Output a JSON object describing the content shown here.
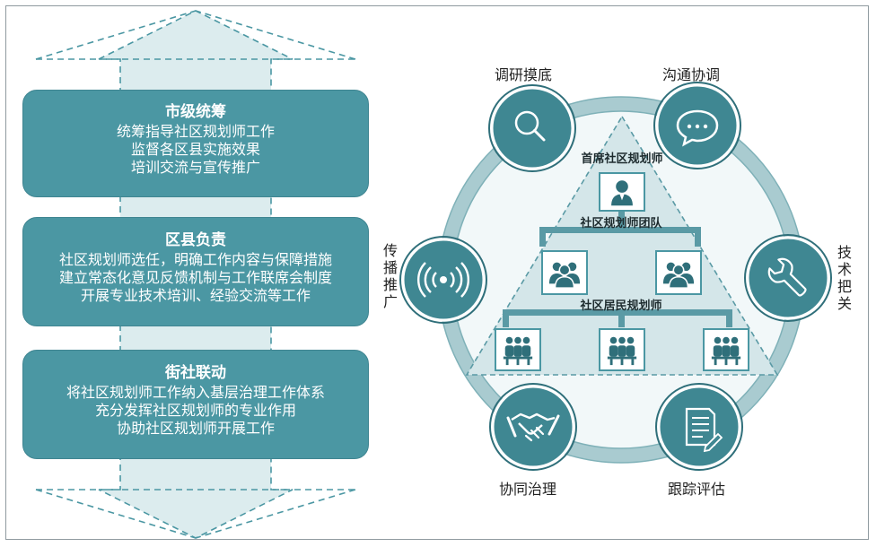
{
  "left_column": {
    "boxes": [
      {
        "title": "市级统筹",
        "lines": [
          "统筹指导社区规划师工作",
          "监督各区县实施效果",
          "培训交流与宣传推广"
        ]
      },
      {
        "title": "区县负责",
        "lines": [
          "社区规划师选任，明确工作内容与保障措施",
          "建立常态化意见反馈机制与工作联席会制度",
          "开展专业技术培训、经验交流等工作"
        ]
      },
      {
        "title": "街社联动",
        "lines": [
          "将社区规划师工作纳入基层治理工作体系",
          "充分发挥社区规划师的专业作用",
          "协助社区规划师开展工作"
        ]
      }
    ]
  },
  "cycle": {
    "nodes": [
      {
        "label": "调研摸底",
        "icon": "search-icon"
      },
      {
        "label": "沟通协调",
        "icon": "chat-icon"
      },
      {
        "label": "技术把关",
        "icon": "wrench-icon"
      },
      {
        "label": "跟踪评估",
        "icon": "document-icon"
      },
      {
        "label": "协同治理",
        "icon": "handshake-icon"
      },
      {
        "label": "传播推广",
        "icon": "broadcast-icon"
      }
    ]
  },
  "pyramid": {
    "tier1": "首席社区规划师",
    "tier2": "社区规划师团队",
    "tier3": "社区居民规划师"
  },
  "colors": {
    "teal": "#4b97a3",
    "teal_dark": "#2f6f7a",
    "ring": "#a9cbd0",
    "arrow_fill": "#dcecee"
  }
}
